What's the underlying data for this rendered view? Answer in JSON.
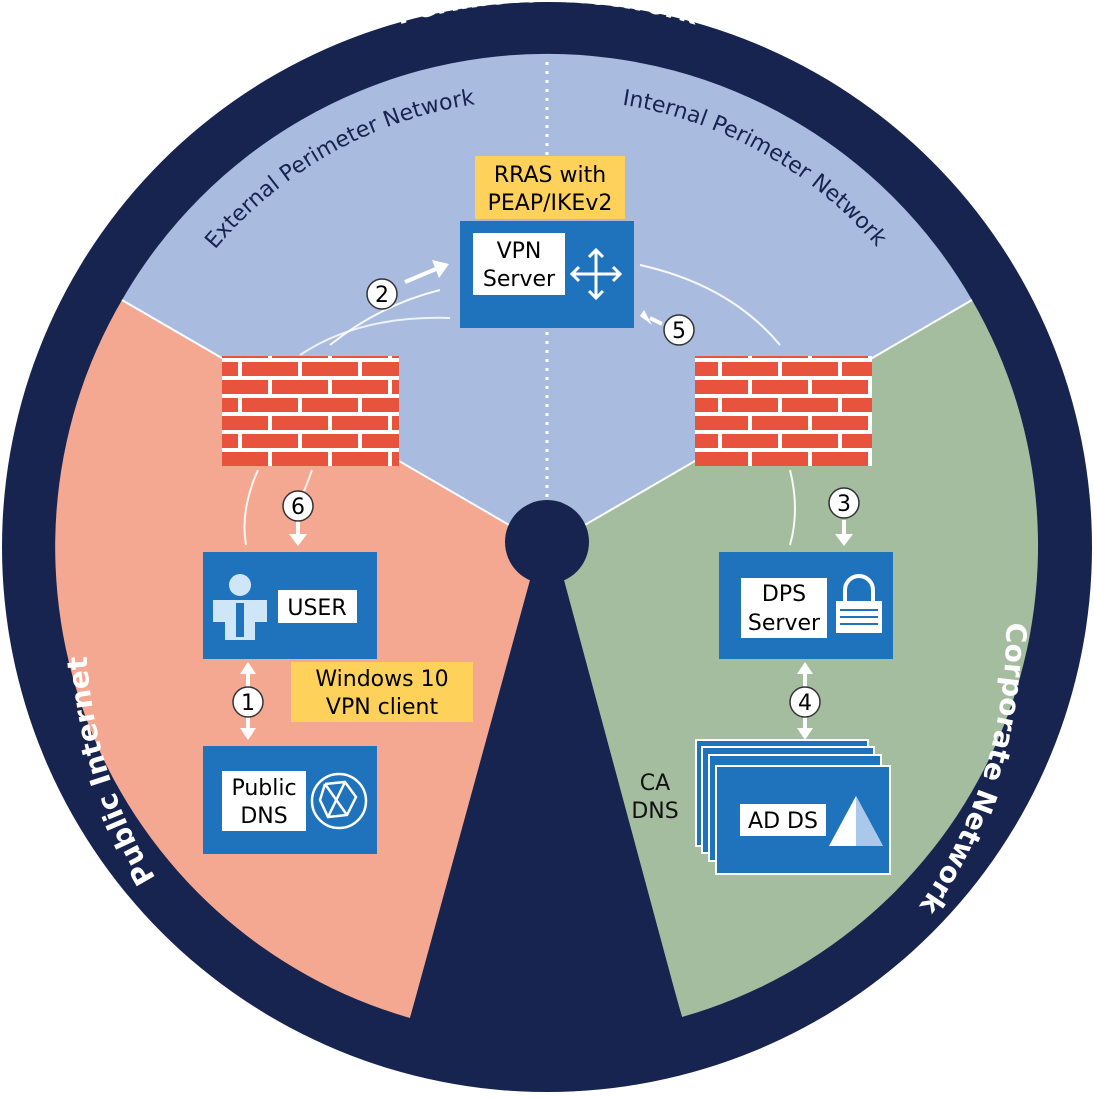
{
  "ring": {
    "top_label": "Perimeter Network",
    "left_label": "Public Internet",
    "right_label": "Corporate Network"
  },
  "zones": {
    "external_label": "External Perimeter Network",
    "internal_label": "Internal Perimeter Network"
  },
  "notes": {
    "rras_line1": "RRAS with",
    "rras_line2": "PEAP/IKEv2",
    "client_line1": "Windows 10",
    "client_line2": "VPN client"
  },
  "boxes": {
    "vpn_line1": "VPN",
    "vpn_line2": "Server",
    "user": "USER",
    "public_dns_line1": "Public",
    "public_dns_line2": "DNS",
    "dps_line1": "DPS",
    "dps_line2": "Server",
    "ad_ds": "AD DS"
  },
  "ca_dns": {
    "line1": "CA",
    "line2": "DNS"
  },
  "steps": [
    "1",
    "2",
    "3",
    "4",
    "5",
    "6"
  ],
  "colors": {
    "ring": "#16244f",
    "perimeter": "#a9bbdf",
    "public_internet": "#f4a891",
    "corporate": "#a4bd9e",
    "box": "#1f73bd",
    "note": "#fdd15a",
    "firewall": "#e8533d"
  },
  "icons": {
    "vpn": "move-arrows-icon",
    "user": "person-icon",
    "public_dns": "globe-network-icon",
    "dps": "lock-icon",
    "ad_ds": "pyramid-icon"
  }
}
